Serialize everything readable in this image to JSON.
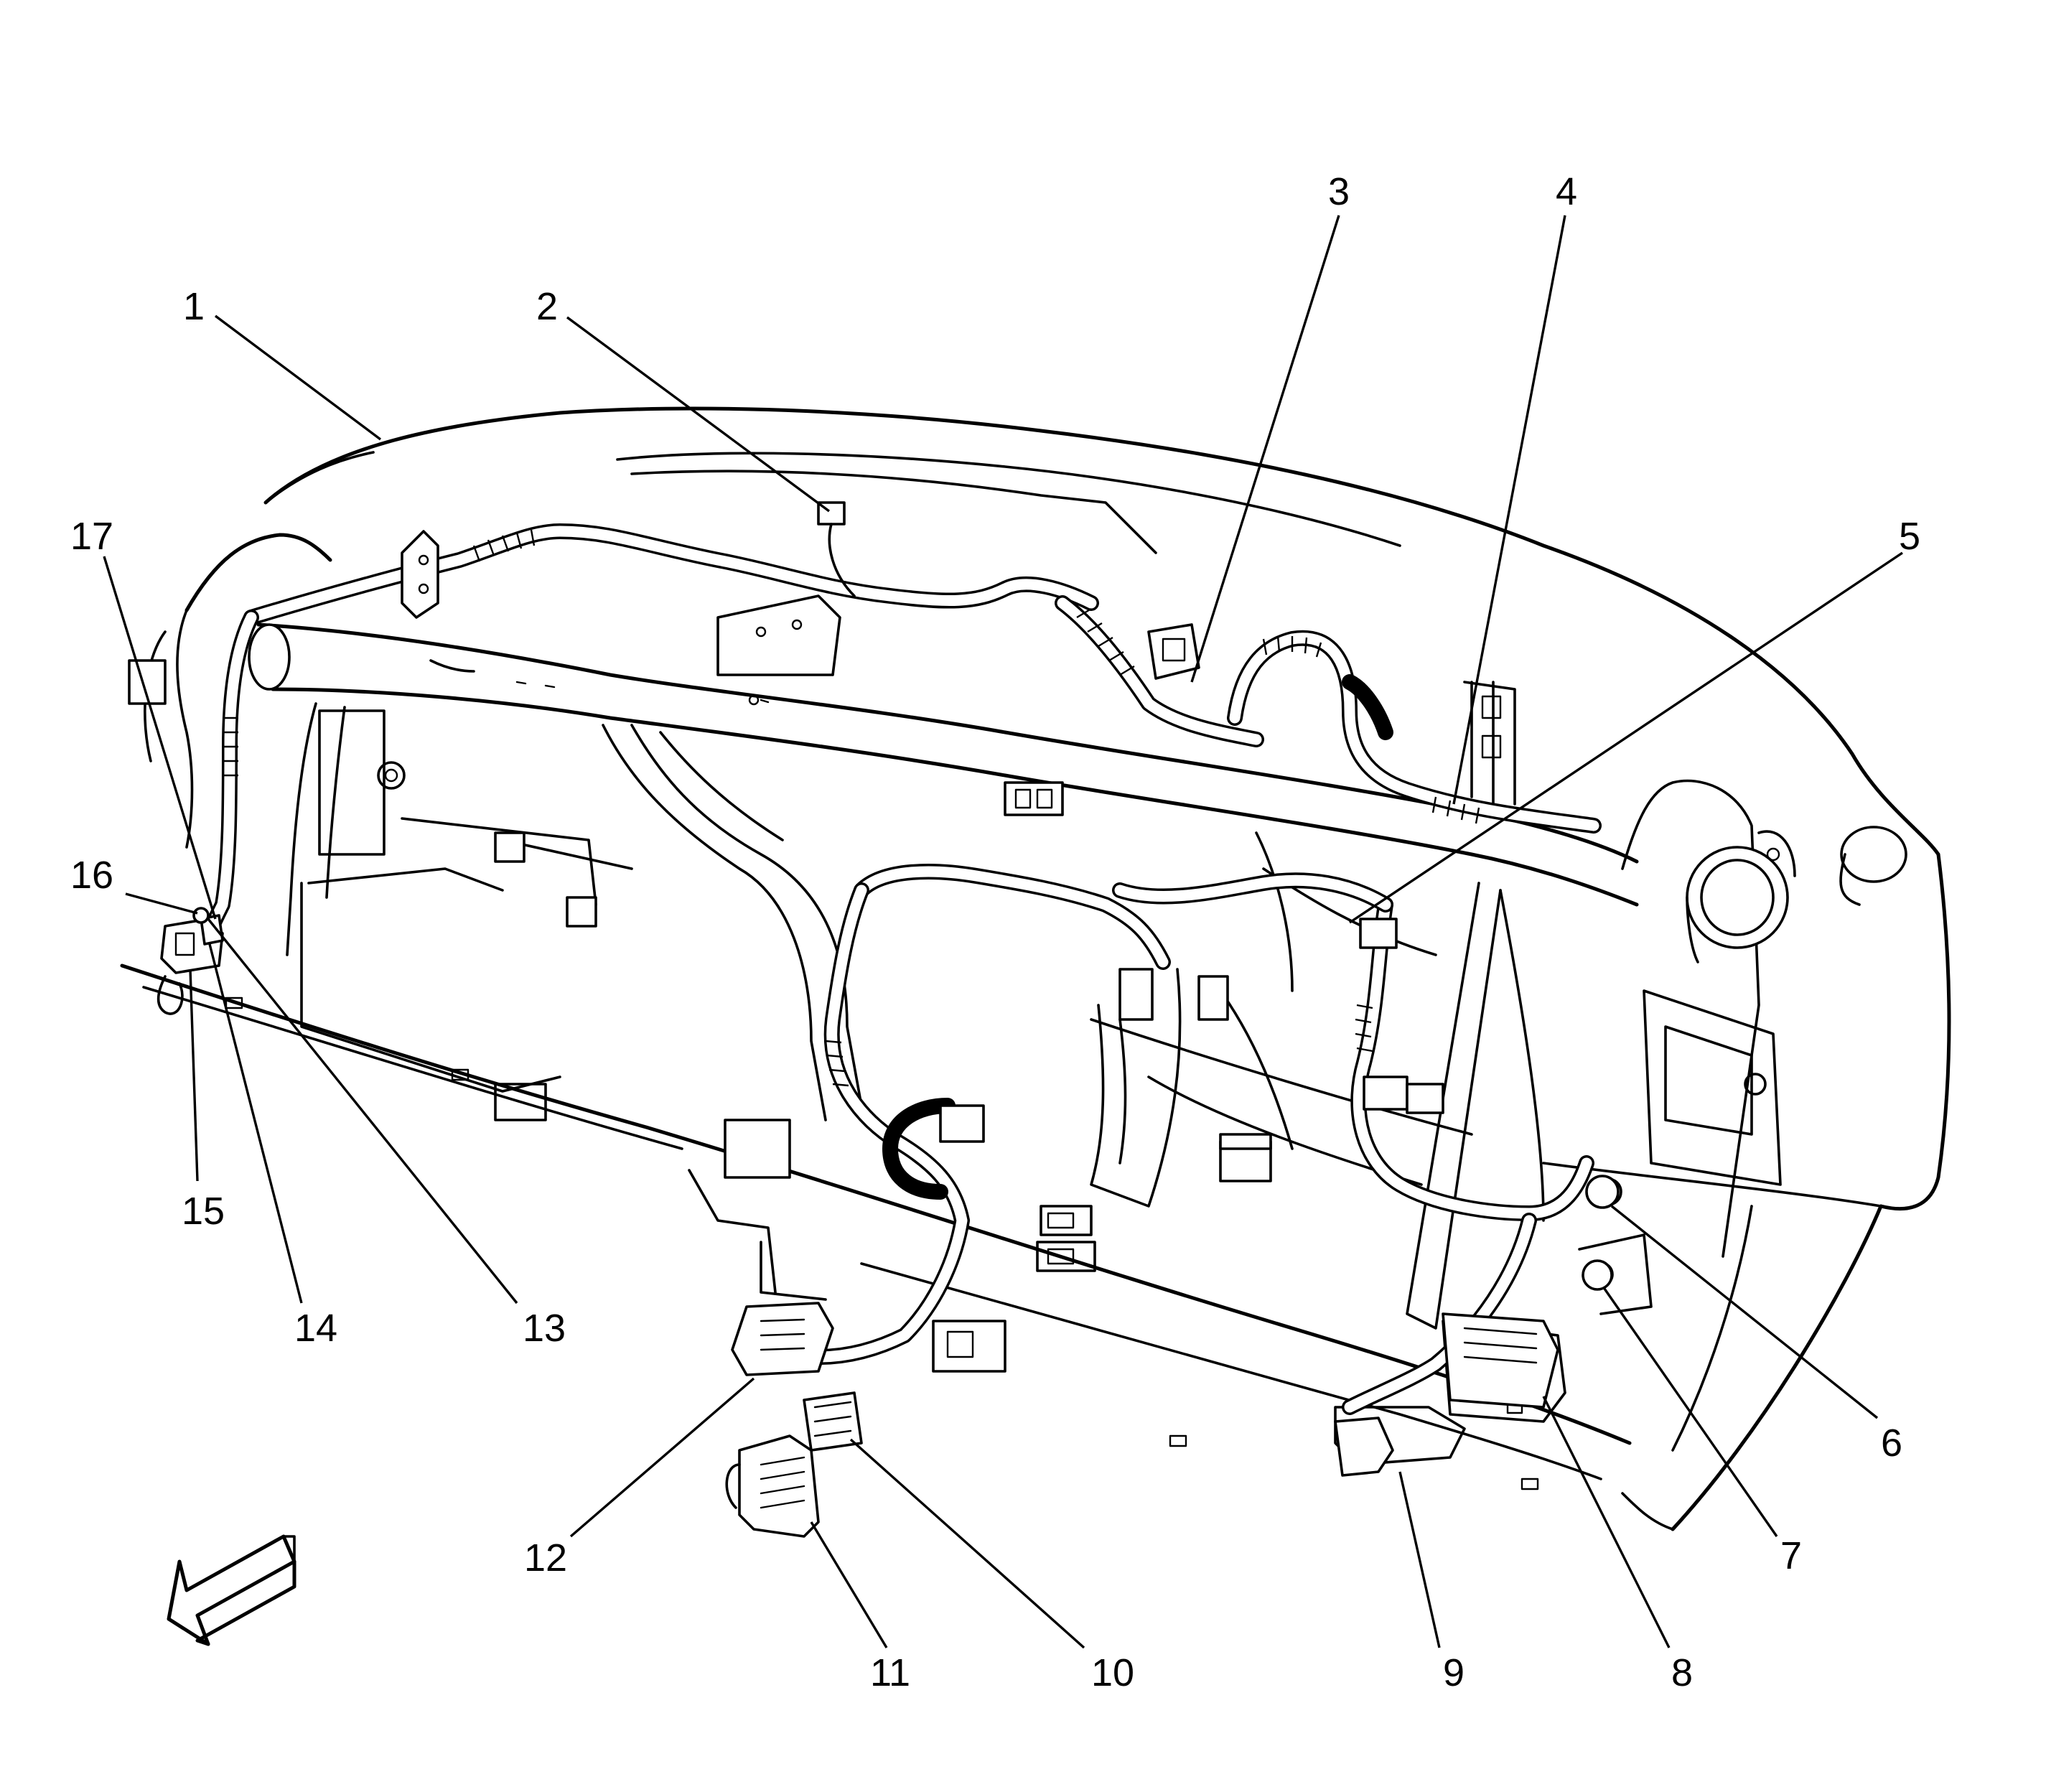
{
  "figure": {
    "callouts": [
      {
        "id": "c1",
        "text": "1"
      },
      {
        "id": "c2",
        "text": "2"
      },
      {
        "id": "c3",
        "text": "3"
      },
      {
        "id": "c4",
        "text": "4"
      },
      {
        "id": "c5",
        "text": "5"
      },
      {
        "id": "c6",
        "text": "6"
      },
      {
        "id": "c7",
        "text": "7"
      },
      {
        "id": "c8",
        "text": "8"
      },
      {
        "id": "c9",
        "text": "9"
      },
      {
        "id": "c10",
        "text": "10"
      },
      {
        "id": "c11",
        "text": "11"
      },
      {
        "id": "c12",
        "text": "12"
      },
      {
        "id": "c13",
        "text": "13"
      },
      {
        "id": "c14",
        "text": "14"
      },
      {
        "id": "c15",
        "text": "15"
      },
      {
        "id": "c16",
        "text": "16"
      },
      {
        "id": "c17",
        "text": "17"
      }
    ],
    "view_arrow_icon": "direction-arrow-icon"
  }
}
